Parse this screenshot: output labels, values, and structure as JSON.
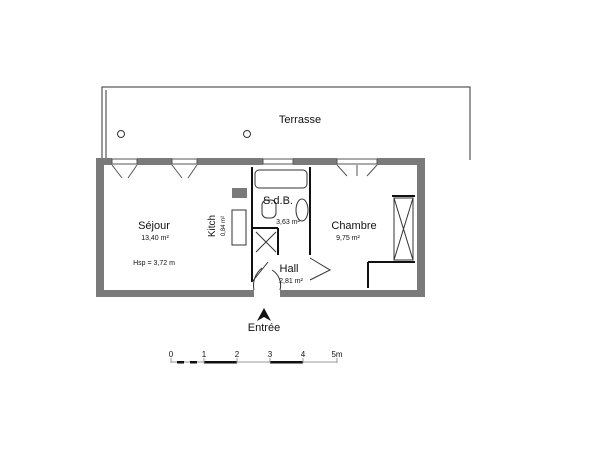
{
  "rooms": {
    "terrace": {
      "label": "Terrasse"
    },
    "sejour": {
      "label": "Séjour",
      "area": "13,40 m²",
      "height": "Hsp = 3,72 m"
    },
    "kitchen": {
      "label": "Kitch",
      "area": "0,84 m²"
    },
    "sdb": {
      "label": "S.d.B.",
      "area": "3,63 m²"
    },
    "chambre": {
      "label": "Chambre",
      "area": "9,75 m²"
    },
    "hall": {
      "label": "Hall",
      "area": "2,81 m²"
    }
  },
  "entrance": {
    "label": "Entrée"
  },
  "scale": {
    "ticks": [
      "0",
      "1",
      "2",
      "3",
      "4",
      "5m"
    ]
  },
  "colors": {
    "wall": "#7a7a7a",
    "line": "#111111"
  }
}
